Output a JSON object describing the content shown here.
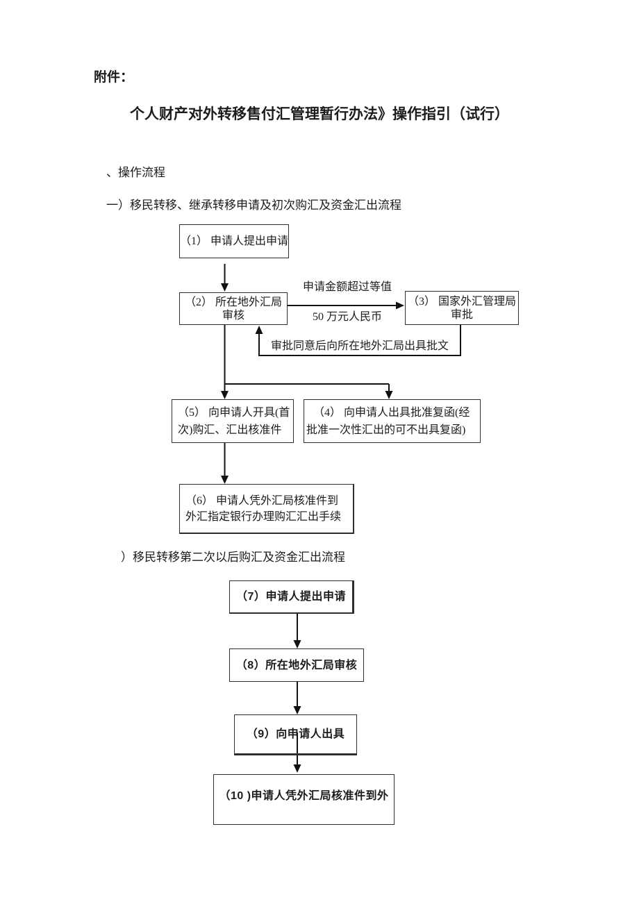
{
  "document": {
    "attachment_label": "附件：",
    "title": "个人财产对外转移售付汇管理暂行办法》操作指引（试行）",
    "heading_flow": "、操作流程",
    "heading_flow1": "一）移民转移、继承转移申请及初次购汇及资金汇出流程",
    "heading_flow2": "）移民转移第二次以后购汇及资金汇出流程"
  },
  "flowchart1": {
    "box1": {
      "line1": "（1） 申请人提出申请"
    },
    "box2": {
      "line1": "（2） 所在地外汇局",
      "line2": "审核"
    },
    "box3": {
      "line1": "（3） 国家外汇管理局",
      "line2": "审批"
    },
    "box4": {
      "line1": "（4） 向申请人出具批准复函(经",
      "line2": "批准一次性汇出的可不出具复函)"
    },
    "box5": {
      "line1": "（5） 向申请人开具(首",
      "line2": "次)购汇、汇出核准件"
    },
    "box6": {
      "line1": "（6） 申请人凭外汇局核准件到",
      "line2": "外汇指定银行办理购汇汇出手续"
    },
    "label_amount_line1": "申请金额超过等值",
    "label_amount_line2": "50 万元人民币",
    "label_approval": "审批同意后向所在地外汇局出具批文"
  },
  "flowchart2": {
    "box7": "（7）申请人提出申请",
    "box8": "（8）所在地外汇局审核",
    "box9": "（9）向申请人出具",
    "box10": "（10 )申请人凭外汇局核准件到外"
  },
  "colors": {
    "background": "#ffffff",
    "text": "#1c1c1c",
    "box_border": "#2e2e2e",
    "connector": "#111111"
  }
}
